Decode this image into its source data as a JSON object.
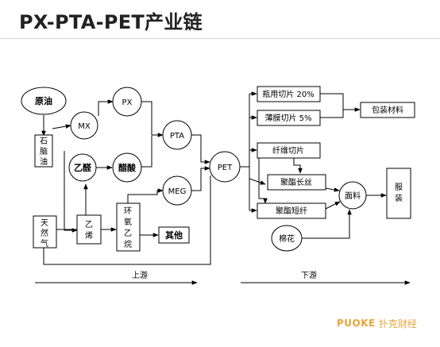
{
  "title": "PX-PTA-PET产业链",
  "nodes": {
    "crude_oil": "原油",
    "naphtha": [
      "石",
      "脑",
      "油"
    ],
    "mx": "MX",
    "px": "PX",
    "pta": "PTA",
    "acetaldehyde": "乙醛",
    "acetic_acid": "醋酸",
    "meg": "MEG",
    "pet": "PET",
    "natural_gas": [
      "天",
      "然",
      "气"
    ],
    "ethylene": [
      "乙",
      "烯"
    ],
    "ethylene_oxide": [
      "环",
      "氧",
      "乙",
      "烷"
    ],
    "others": "其他",
    "bottle_chip": "瓶用切片 20%",
    "film_chip": "薄膜切片 5%",
    "packaging": "包装材料",
    "fiber_chip": "纤维切片",
    "filament": "聚酯长丝",
    "staple": "聚酯短纤",
    "fabric": "面料",
    "apparel": [
      "服",
      "装"
    ],
    "cotton": "棉花"
  },
  "sections": {
    "upstream": "上游",
    "downstream": "下游"
  },
  "logo": {
    "latin": "PUOKE",
    "cjk": "扑克财经"
  },
  "colors": {
    "logo": "#e8a33a",
    "line": "#000000"
  }
}
